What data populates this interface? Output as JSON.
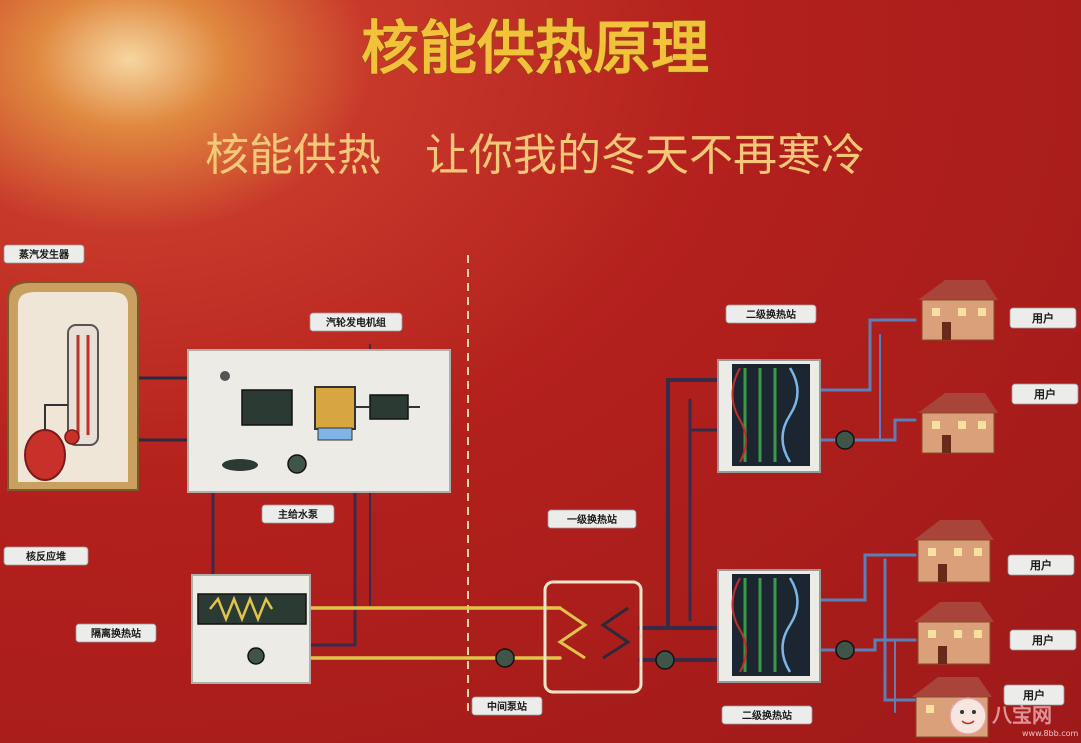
{
  "title": "核能供热原理",
  "subtitle": "核能供热　让你我的冬天不再寒冷",
  "labels": {
    "steam_generator": "蒸汽发生器",
    "turbine_generator": "汽轮发电机组",
    "main_pump": "主给水泵",
    "reactor": "核反应堆",
    "isolation_station": "隔离换热站",
    "intermediate_station": "中间泵站",
    "primary_station": "一级换热站",
    "secondary_station_top": "二级换热站",
    "secondary_station_bottom": "二级换热站"
  },
  "users": [
    "用户",
    "用户",
    "用户",
    "用户",
    "用户"
  ],
  "watermark": {
    "text": "八宝网",
    "url": "www.8bb.com"
  },
  "colors": {
    "background": "#b3201d",
    "title": "#f2c23a",
    "subtitle": "#f4c878",
    "hot_pipe": "#e0c44a",
    "cold_pipe": "#5b7fb8",
    "dark_pipe": "#3a2a4a"
  }
}
